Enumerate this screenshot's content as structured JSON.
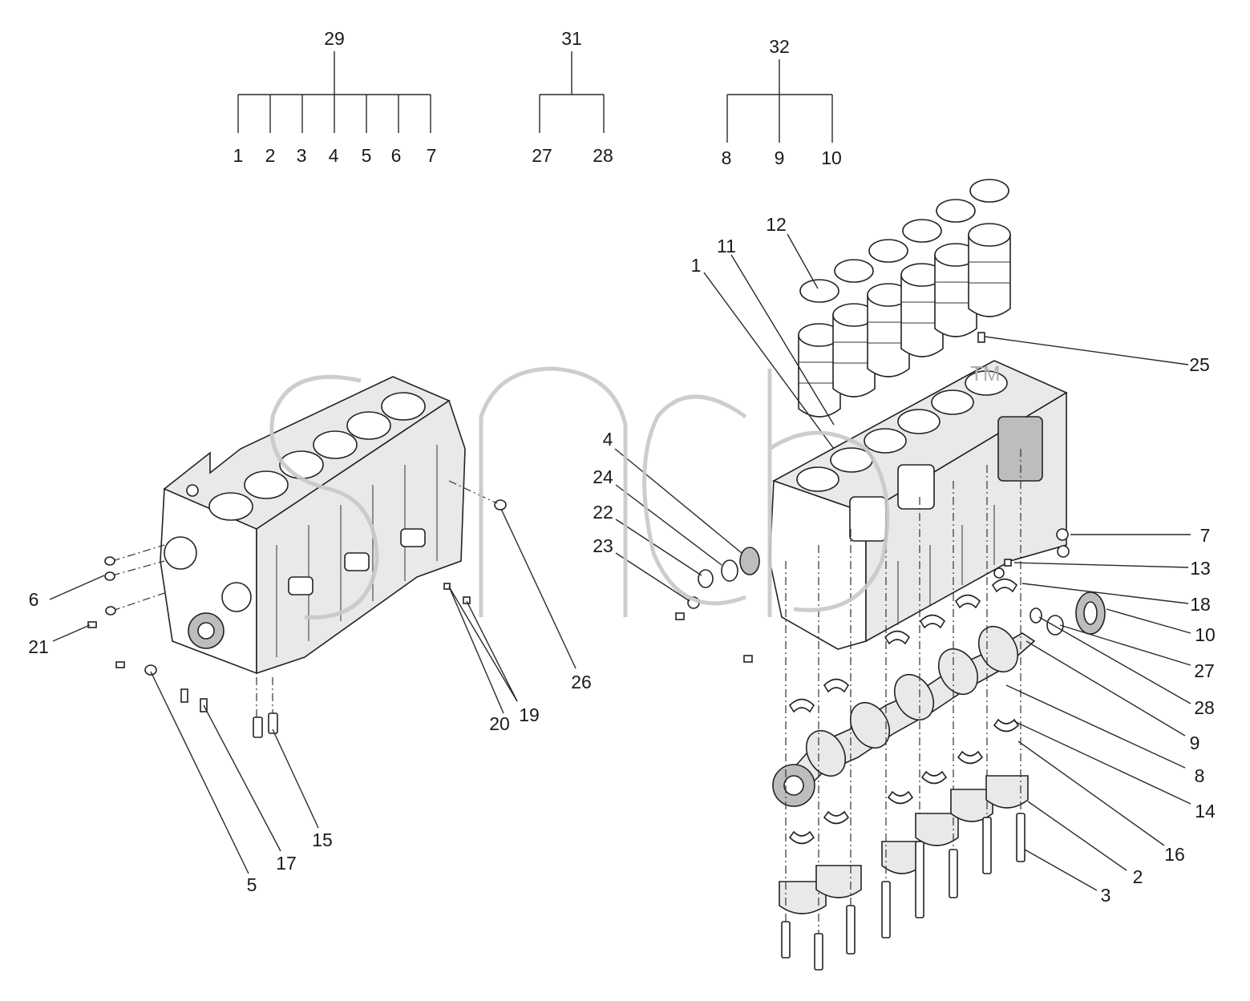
{
  "diagram": {
    "type": "exploded parts diagram",
    "watermark": {
      "text": "TM"
    },
    "group_labels": [
      {
        "id": "29",
        "members": [
          "1",
          "2",
          "3",
          "4",
          "5",
          "6",
          "7"
        ]
      },
      {
        "id": "31",
        "members": [
          "27",
          "28"
        ]
      },
      {
        "id": "32",
        "members": [
          "8",
          "9",
          "10"
        ]
      }
    ],
    "callouts_left": [
      "6",
      "21",
      "5",
      "17",
      "15",
      "20",
      "19",
      "26"
    ],
    "callouts_right": [
      "12",
      "11",
      "1",
      "4",
      "24",
      "22",
      "23",
      "25",
      "7",
      "13",
      "18",
      "10",
      "27",
      "28",
      "9",
      "8",
      "14",
      "16",
      "2",
      "3"
    ],
    "colors": {
      "line": "#222222",
      "watermark": "#c8c8c8",
      "background": "#ffffff"
    }
  }
}
